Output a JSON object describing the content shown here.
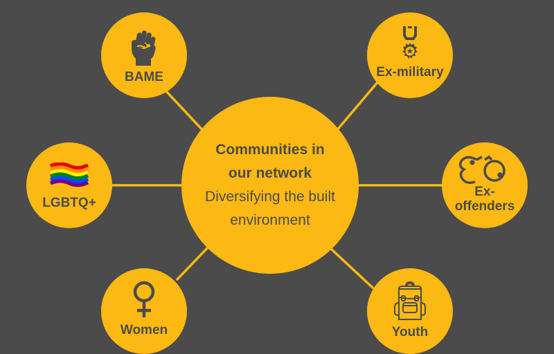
{
  "colors": {
    "background": "#4b4b4b",
    "node_fill": "#fdb913",
    "text": "#4b4b4b",
    "connector": "#fdb913"
  },
  "center": {
    "title_line1": "Communities in",
    "title_line2": "our network",
    "subtitle_line1": "Diversifying the built",
    "subtitle_line2": "environment"
  },
  "nodes": [
    {
      "id": "bame",
      "label": "BAME",
      "icon": "raised-fist-icon"
    },
    {
      "id": "ex-military",
      "label": "Ex-military",
      "icon": "medal-icon"
    },
    {
      "id": "lgbtq",
      "label": "LGBTQ+",
      "icon": "rainbow-flag-icon"
    },
    {
      "id": "ex-offenders",
      "label_line1": "Ex-",
      "label_line2": "offenders",
      "icon": "handcuffs-icon"
    },
    {
      "id": "women",
      "label": "Women",
      "icon": "female-symbol-icon"
    },
    {
      "id": "youth",
      "label": "Youth",
      "icon": "backpack-icon"
    }
  ]
}
